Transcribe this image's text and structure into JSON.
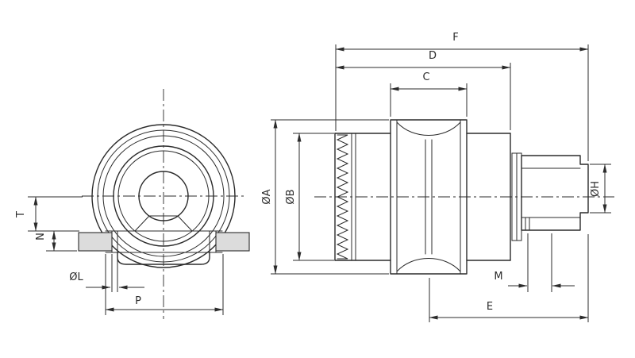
{
  "colors": {
    "background": "#ffffff",
    "line": "#2b2b2b",
    "dimension": "#2b2b2b",
    "tab_fill": "#dcdcdc"
  },
  "labels": {
    "F": "F",
    "D": "D",
    "C": "C",
    "dia_A": "ØA",
    "dia_B": "ØB",
    "dia_H": "ØH",
    "M": "M",
    "E": "E",
    "T": "T",
    "N": "N",
    "dia_L": "ØL",
    "P": "P"
  }
}
